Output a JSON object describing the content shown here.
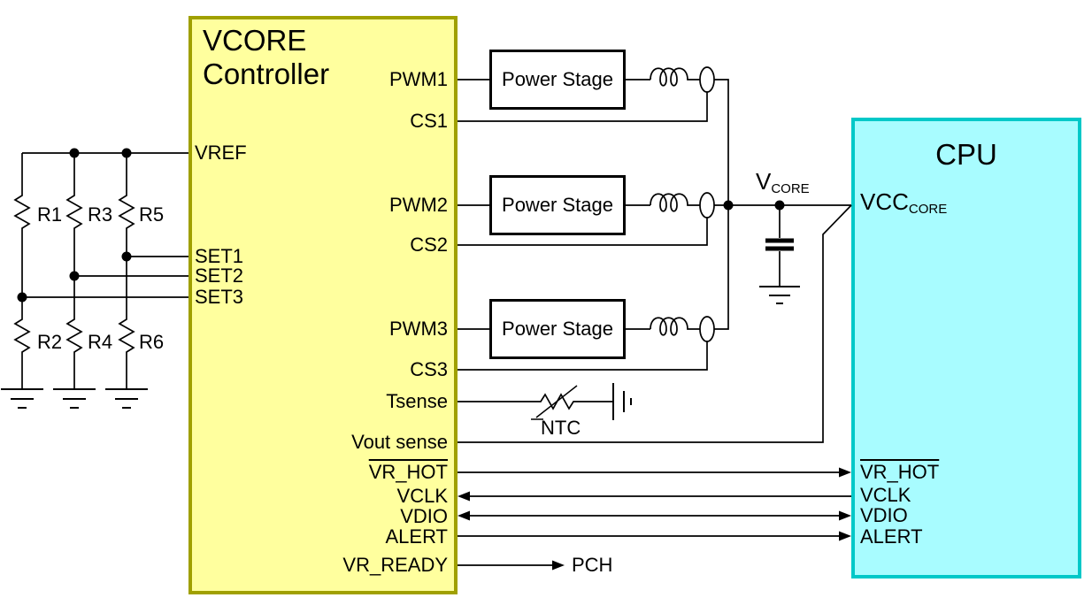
{
  "colors": {
    "controller_fill": "#FFFF9E",
    "controller_border": "#A0A000",
    "cpu_fill": "#A8FCFF",
    "cpu_border": "#00C8C8",
    "wire": "#000000",
    "background": "#FFFFFF"
  },
  "controller": {
    "title_line1": "VCORE",
    "title_line2": "Controller",
    "pins_left": [
      {
        "label": "VREF"
      },
      {
        "label": "SET1"
      },
      {
        "label": "SET2"
      },
      {
        "label": "SET3"
      }
    ],
    "pins_right": [
      {
        "label": "PWM1"
      },
      {
        "label": "CS1"
      },
      {
        "label": "PWM2"
      },
      {
        "label": "CS2"
      },
      {
        "label": "PWM3"
      },
      {
        "label": "CS3"
      },
      {
        "label": "Tsense"
      },
      {
        "label": "Vout sense"
      },
      {
        "label": "VR_HOT"
      },
      {
        "label": "VCLK"
      },
      {
        "label": "VDIO"
      },
      {
        "label": "ALERT"
      },
      {
        "label": "VR_READY"
      }
    ]
  },
  "cpu": {
    "title": "CPU",
    "vcc_pin_base": "VCC",
    "vcc_pin_sub": "CORE",
    "pins": [
      {
        "label": "VR_HOT"
      },
      {
        "label": "VCLK"
      },
      {
        "label": "VDIO"
      },
      {
        "label": "ALERT"
      }
    ]
  },
  "power_stages": [
    {
      "label": "Power Stage"
    },
    {
      "label": "Power Stage"
    },
    {
      "label": "Power Stage"
    }
  ],
  "resistors": [
    {
      "label": "R1"
    },
    {
      "label": "R2"
    },
    {
      "label": "R3"
    },
    {
      "label": "R4"
    },
    {
      "label": "R5"
    },
    {
      "label": "R6"
    }
  ],
  "nets": {
    "vcore_base": "V",
    "vcore_sub": "CORE",
    "ntc": "NTC",
    "pch": "PCH"
  }
}
